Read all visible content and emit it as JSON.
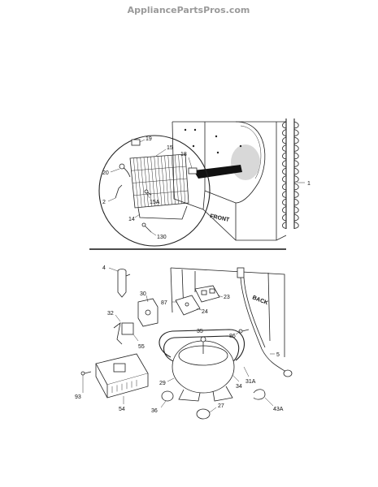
{
  "watermark": "AppliancePartsPros.com",
  "top_section": {
    "labels": {
      "front": "FRONT",
      "c19": "19",
      "c15": "15",
      "c18": "18",
      "c20": "20",
      "c15a": "15A",
      "c2": "2",
      "c14": "14",
      "c130": "130",
      "c1": "1"
    }
  },
  "bottom_section": {
    "labels": {
      "back": "BACK",
      "c4": "4",
      "c30": "30",
      "c87": "87",
      "c23": "23",
      "c24": "24",
      "c32": "32",
      "c35": "35",
      "c86": "86",
      "c55": "55",
      "c5": "5",
      "c93": "93",
      "c29": "29",
      "c34": "34",
      "c31a": "31A",
      "c54": "54",
      "c36": "36",
      "c27": "27",
      "c43a": "43A"
    }
  }
}
